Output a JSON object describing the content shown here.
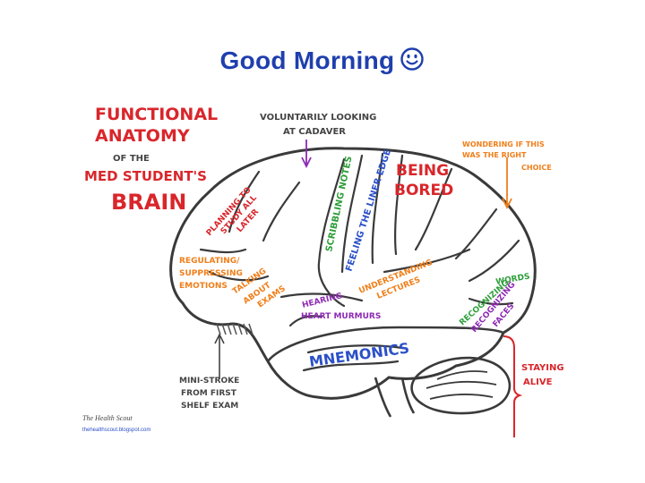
{
  "slide": {
    "title": "Good Morning",
    "title_icon": "smiley-face-icon",
    "colors": {
      "title": "#1f3fae",
      "red": "#d9262b",
      "green": "#2f9e3a",
      "blue": "#2b50c8",
      "orange": "#f07f1a",
      "purple": "#8d2ab4",
      "ink": "#444444"
    }
  },
  "figure": {
    "heading": [
      "FUNCTIONAL",
      "ANATOMY"
    ],
    "of_the": "OF THE",
    "subject": "MED STUDENT'S",
    "brain": "BRAIN",
    "labels": {
      "voluntarily_1": "VOLUNTARILY LOOKING",
      "voluntarily_2": "AT CADAVER",
      "wondering_1": "WONDERING IF THIS",
      "wondering_2": "WAS THE RIGHT",
      "wondering_3": "CHOICE",
      "being": "BEING",
      "bored": "BORED",
      "scribbling": "SCRIBBLING NOTES",
      "feeling": "FEELING THE LINER EDGE",
      "planning_1": "PLANNING TO",
      "planning_2": "STUDY ALL",
      "planning_3": "LATER",
      "regulating_1": "REGULATING/",
      "regulating_2": "SUPPRESSING",
      "regulating_3": "EMOTIONS",
      "talking_1": "TALKING",
      "talking_2": "ABOUT",
      "talking_3": "EXAMS",
      "understanding_1": "UNDERSTANDING",
      "understanding_2": "LECTURES",
      "hearing_1": "HEARING",
      "hearing_2": "HEART MURMURS",
      "recognizing": "RECOGNIZING",
      "words": "WORDS",
      "recognizing_faces_1": "RECOGNIZING",
      "recognizing_faces_2": "FACES",
      "mnemonics": "MNEMONICS",
      "staying_1": "STAYING",
      "staying_2": "ALIVE",
      "ministroke_1": "MINI-STROKE",
      "ministroke_2": "FROM FIRST",
      "ministroke_3": "SHELF EXAM",
      "credit_1": "The Health Scout",
      "credit_2": "thehealthscout.blogspot.com"
    }
  }
}
